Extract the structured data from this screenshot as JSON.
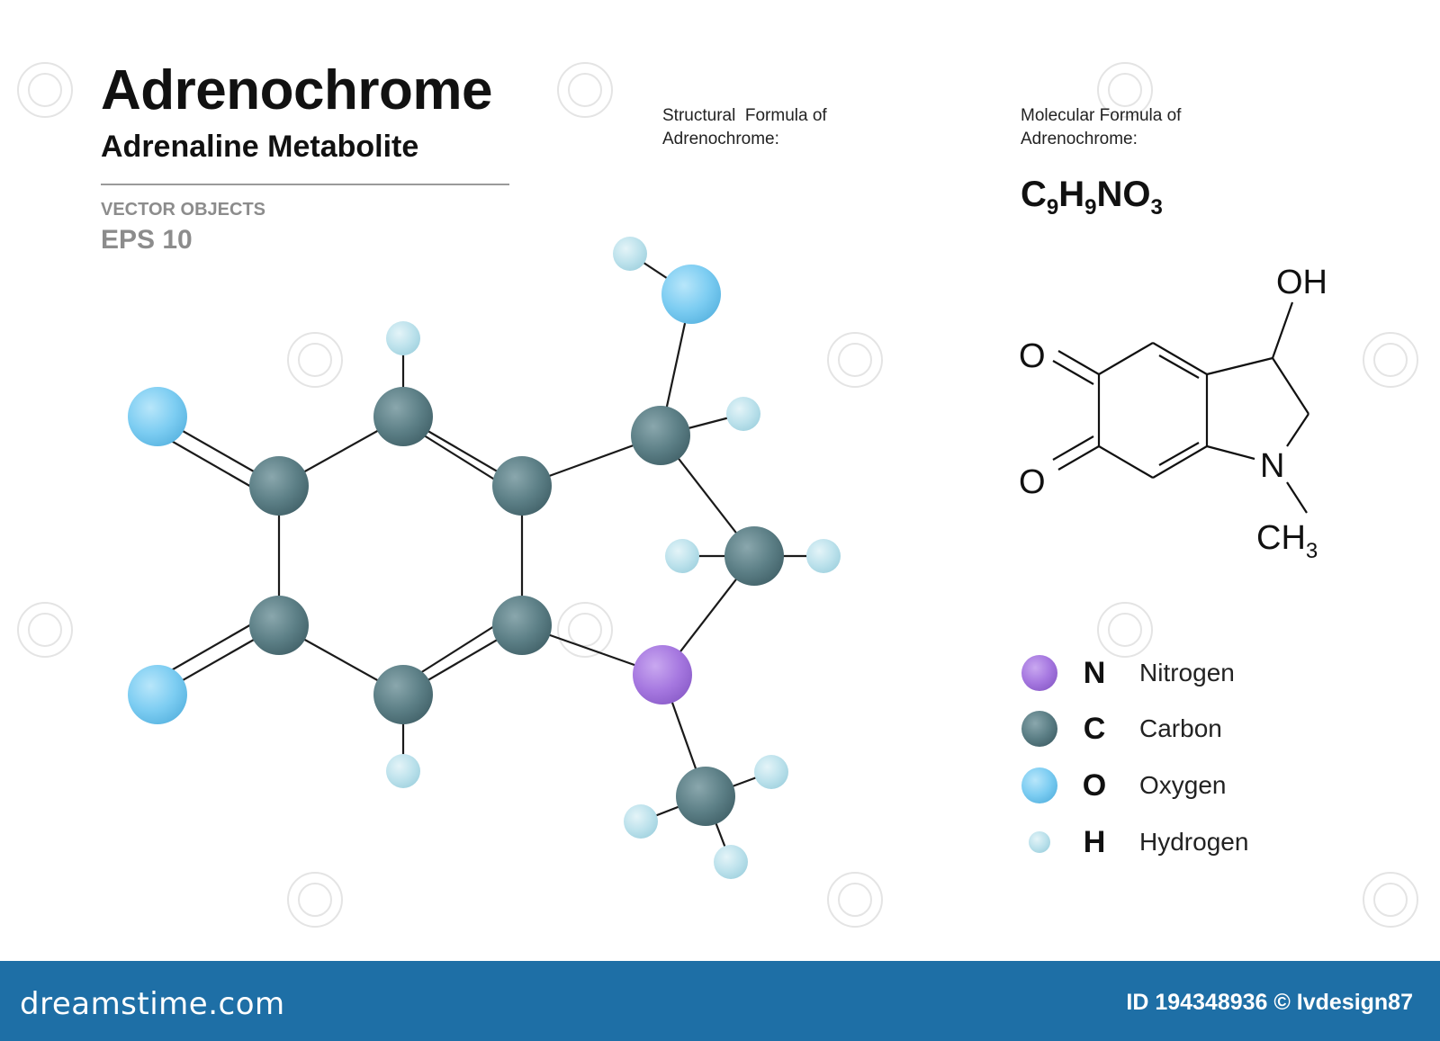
{
  "header": {
    "title": "Adrenochrome",
    "subtitle": "Adrenaline Metabolite",
    "vector_label": "VECTOR OBJECTS",
    "eps_label": "EPS 10"
  },
  "structural_formula": {
    "caption_line1": "Structural  Formula of",
    "caption_line2": "Adrenochrome:",
    "labels": {
      "oh": "OH",
      "o_top": "O",
      "o_bottom": "O",
      "n": "N",
      "ch": "CH",
      "ch_sub": "3"
    }
  },
  "molecular_formula": {
    "caption_line1": "Molecular Formula of",
    "caption_line2": "Adrenochrome:",
    "formula": [
      {
        "el": "C",
        "n": "9"
      },
      {
        "el": "H",
        "n": "9"
      },
      {
        "el": "NO",
        "n": "3"
      }
    ]
  },
  "legend": [
    {
      "symbol": "N",
      "name": "Nitrogen",
      "color": "#a678e0"
    },
    {
      "symbol": "C",
      "name": "Carbon",
      "color": "#5c7f86"
    },
    {
      "symbol": "O",
      "name": "Oxygen",
      "color": "#7dcdf2"
    },
    {
      "symbol": "H",
      "name": "Hydrogen",
      "color": "#bde2ec"
    }
  ],
  "colors": {
    "nitrogen": "#a678e0",
    "carbon": "#5c7f86",
    "oxygen": "#7dcdf2",
    "hydrogen": "#bde2ec",
    "footer": "#1e6fa6"
  },
  "footer": {
    "brand": "dreamstime.com",
    "id_text": "ID 194348936 © Ivdesign87"
  }
}
